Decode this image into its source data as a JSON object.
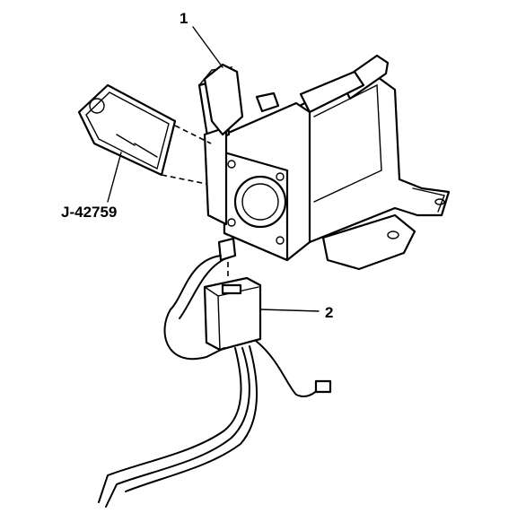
{
  "callouts": {
    "c1": "1",
    "c2": "2",
    "tool": "J-42759"
  }
}
